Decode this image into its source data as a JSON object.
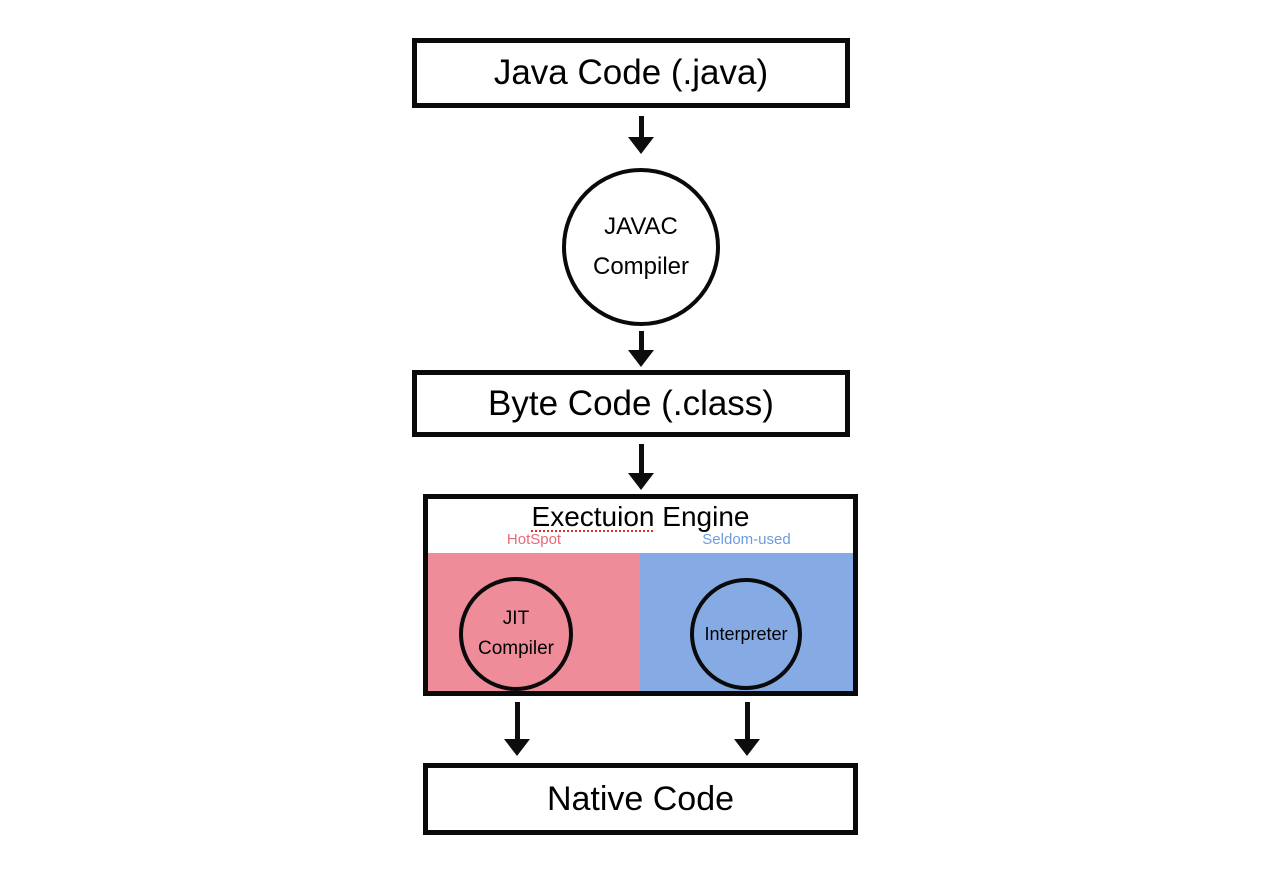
{
  "diagram": {
    "java_code": "Java Code (.java)",
    "javac": {
      "line1": "JAVAC",
      "line2": "Compiler"
    },
    "byte_code": "Byte Code (.class)",
    "engine": {
      "title_misspelled": "Exectuion",
      "title_rest": "Engine",
      "hotspot": "HotSpot",
      "seldom": "Seldom-used",
      "jit": {
        "line1": "JIT",
        "line2": "Compiler"
      },
      "interpreter": "Interpreter"
    },
    "native_code": "Native Code"
  },
  "colors": {
    "hotspot_bg": "#ee8c99",
    "seldom_bg": "#86abe4",
    "hotspot_text": "#e8697c",
    "seldom_text": "#6d9ae0",
    "spellcheck_underline": "#d93025",
    "stroke": "#0a0a0a"
  }
}
